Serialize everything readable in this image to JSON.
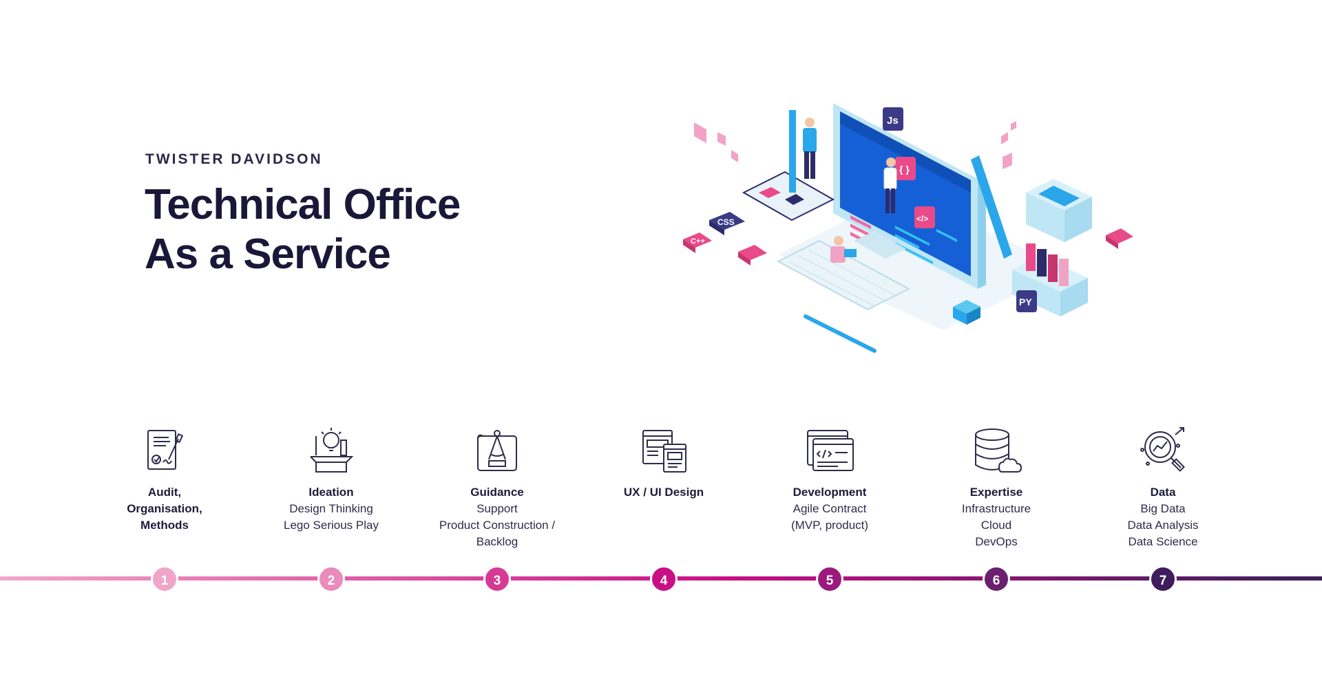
{
  "header": {
    "eyebrow": "TWISTER DAVIDSON",
    "title_line1": "Technical Office",
    "title_line2": "As a Service"
  },
  "hero": {
    "badges": {
      "js": "Js",
      "css": "CSS",
      "cpp": "C++",
      "py": "PY",
      "braces": "{ }",
      "code": "</>"
    }
  },
  "steps": [
    {
      "number": "1",
      "title_lines": [
        "Audit,",
        "Organisation,",
        "Methods"
      ],
      "details": [],
      "icon": "contract-signature-icon",
      "color": "#f0a6c8"
    },
    {
      "number": "2",
      "title_lines": [
        "Ideation"
      ],
      "details": [
        "Design Thinking",
        "Lego Serious Play"
      ],
      "icon": "lightbulb-toolbox-icon",
      "color": "#e98bbb"
    },
    {
      "number": "3",
      "title_lines": [
        "Guidance"
      ],
      "details": [
        "Support",
        "Product Construction /",
        "Backlog"
      ],
      "icon": "blueprint-compass-icon",
      "color": "#d63a95"
    },
    {
      "number": "4",
      "title_lines": [
        "UX / UI Design"
      ],
      "details": [],
      "icon": "wireframe-windows-icon",
      "color": "#c80f86"
    },
    {
      "number": "5",
      "title_lines": [
        "Development"
      ],
      "details": [
        "Agile Contract",
        "(MVP, product)"
      ],
      "icon": "code-window-icon",
      "color": "#9c1a7e"
    },
    {
      "number": "6",
      "title_lines": [
        "Expertise"
      ],
      "details": [
        "Infrastructure",
        "Cloud",
        "DevOps"
      ],
      "icon": "database-cloud-icon",
      "color": "#6b1f6f"
    },
    {
      "number": "7",
      "title_lines": [
        "Data"
      ],
      "details": [
        "Big Data",
        "Data Analysis",
        "Data Science"
      ],
      "icon": "data-magnifier-icon",
      "color": "#3f1d5c"
    }
  ],
  "colors": {
    "timeline_start": "#f2a7c9",
    "timeline_mid": "#c80f86",
    "timeline_end": "#3a1f5a",
    "title": "#1a1838",
    "accent_blue": "#29a3e6",
    "accent_pink": "#e84a8a"
  }
}
